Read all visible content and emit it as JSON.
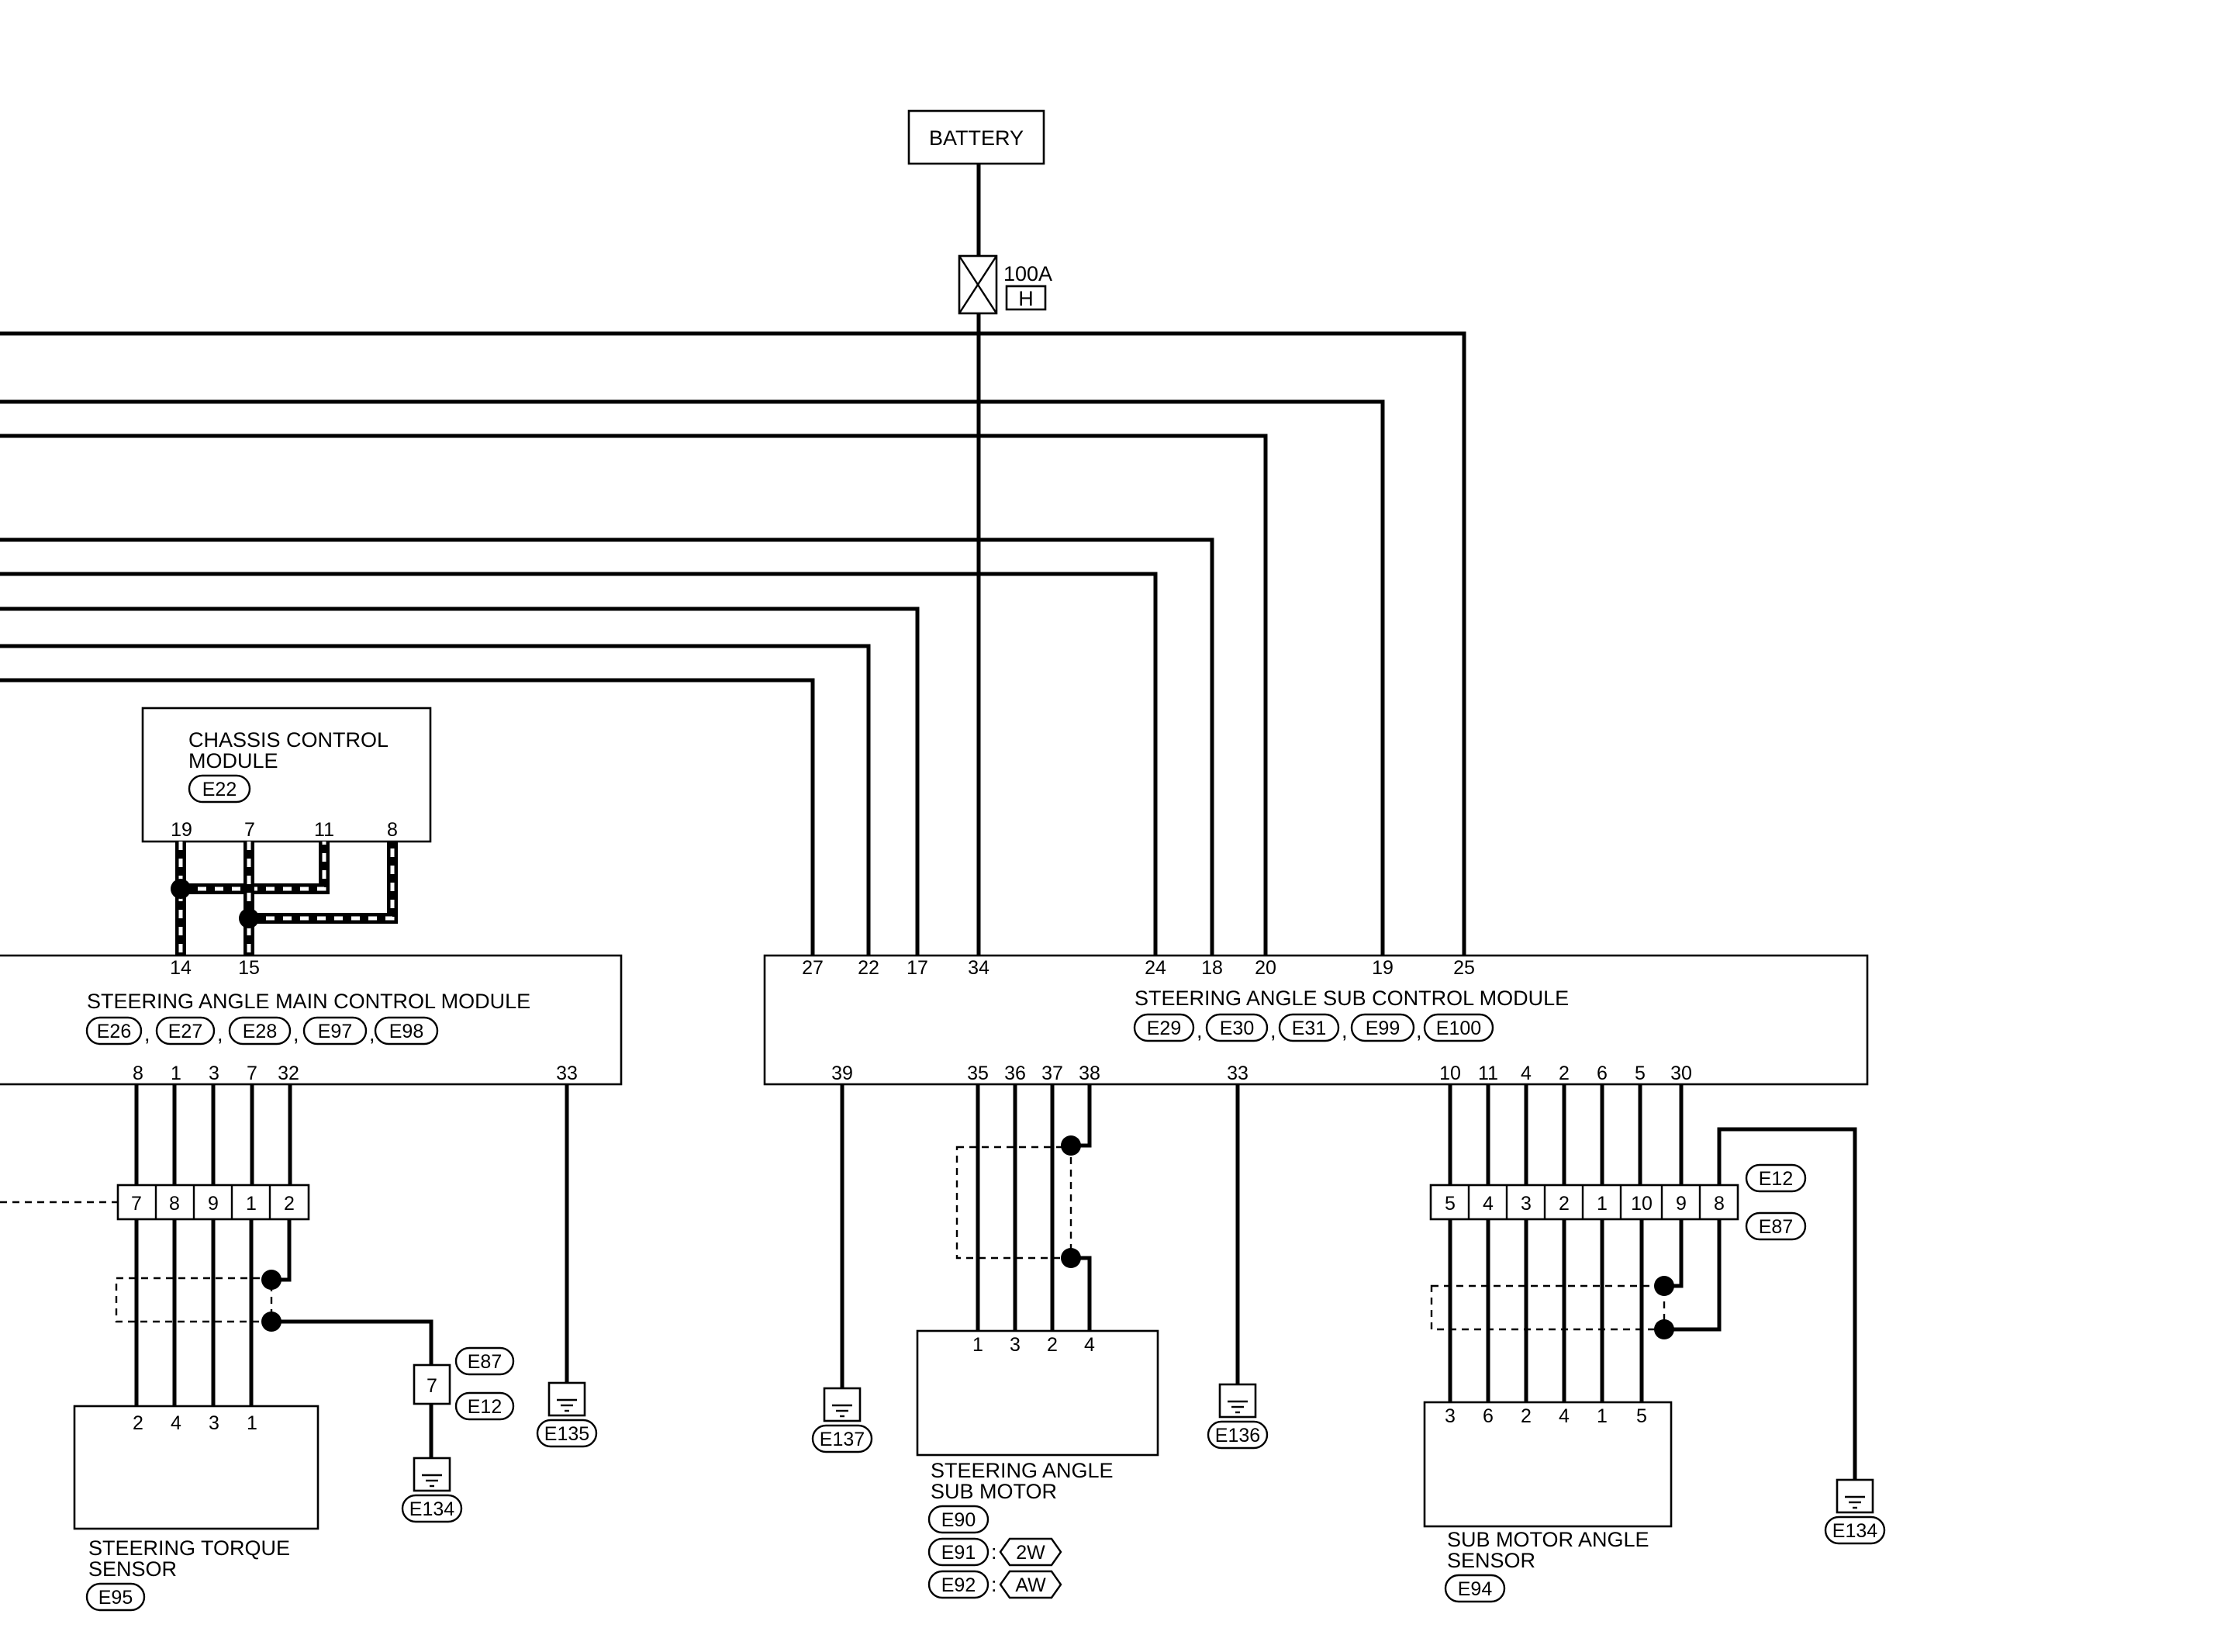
{
  "battery": {
    "label": "BATTERY"
  },
  "fuse": {
    "rating": "100A",
    "box": "H"
  },
  "chassis_module": {
    "title_line1": "CHASSIS CONTROL",
    "title_line2": "MODULE",
    "connector": "E22",
    "pins": [
      "19",
      "7",
      "11",
      "8"
    ]
  },
  "main_module": {
    "title": "STEERING ANGLE MAIN CONTROL MODULE",
    "connectors": [
      "E26",
      "E27",
      "E28",
      "E97",
      "E98"
    ],
    "top_pins": [
      "14",
      "15"
    ],
    "bottom_pins": [
      "8",
      "1",
      "3",
      "7",
      "32",
      "33"
    ]
  },
  "sub_module": {
    "title": "STEERING ANGLE SUB CONTROL MODULE",
    "connectors": [
      "E29",
      "E30",
      "E31",
      "E99",
      "E100"
    ],
    "top_pins": [
      "27",
      "22",
      "17",
      "34",
      "24",
      "18",
      "20",
      "19",
      "25"
    ],
    "bottom_pins": [
      "39",
      "35",
      "36",
      "37",
      "38",
      "33",
      "10",
      "11",
      "4",
      "2",
      "6",
      "5",
      "30"
    ]
  },
  "torque_connector": {
    "pins": [
      "7",
      "8",
      "9",
      "1",
      "2"
    ]
  },
  "torque_sensor": {
    "title_line1": "STEERING TORQUE",
    "title_line2": "SENSOR",
    "connector": "E95",
    "pins": [
      "2",
      "4",
      "3",
      "1"
    ]
  },
  "shield_ground_main": {
    "pin": "7",
    "connectors": [
      "E87",
      "E12"
    ],
    "ground": "E134"
  },
  "grounds": {
    "main_33": "E135",
    "sub_39": "E137",
    "sub_33": "E136",
    "sub_8": "E134"
  },
  "sub_motor": {
    "title_line1": "STEERING ANGLE",
    "title_line2": "SUB MOTOR",
    "connector": "E90",
    "variants": [
      {
        "connector": "E91",
        "sep": ":",
        "spec": "2W"
      },
      {
        "connector": "E92",
        "sep": ":",
        "spec": "AW"
      }
    ],
    "pins": [
      "1",
      "3",
      "2",
      "4"
    ]
  },
  "sub_connector": {
    "pins": [
      "5",
      "4",
      "3",
      "2",
      "1",
      "10",
      "9",
      "8"
    ],
    "connectors": [
      "E12",
      "E87"
    ]
  },
  "angle_sensor": {
    "title_line1": "SUB MOTOR ANGLE",
    "title_line2": "SENSOR",
    "connector": "E94",
    "pins": [
      "3",
      "6",
      "2",
      "4",
      "1",
      "5"
    ]
  },
  "separators": {
    "comma": ","
  }
}
